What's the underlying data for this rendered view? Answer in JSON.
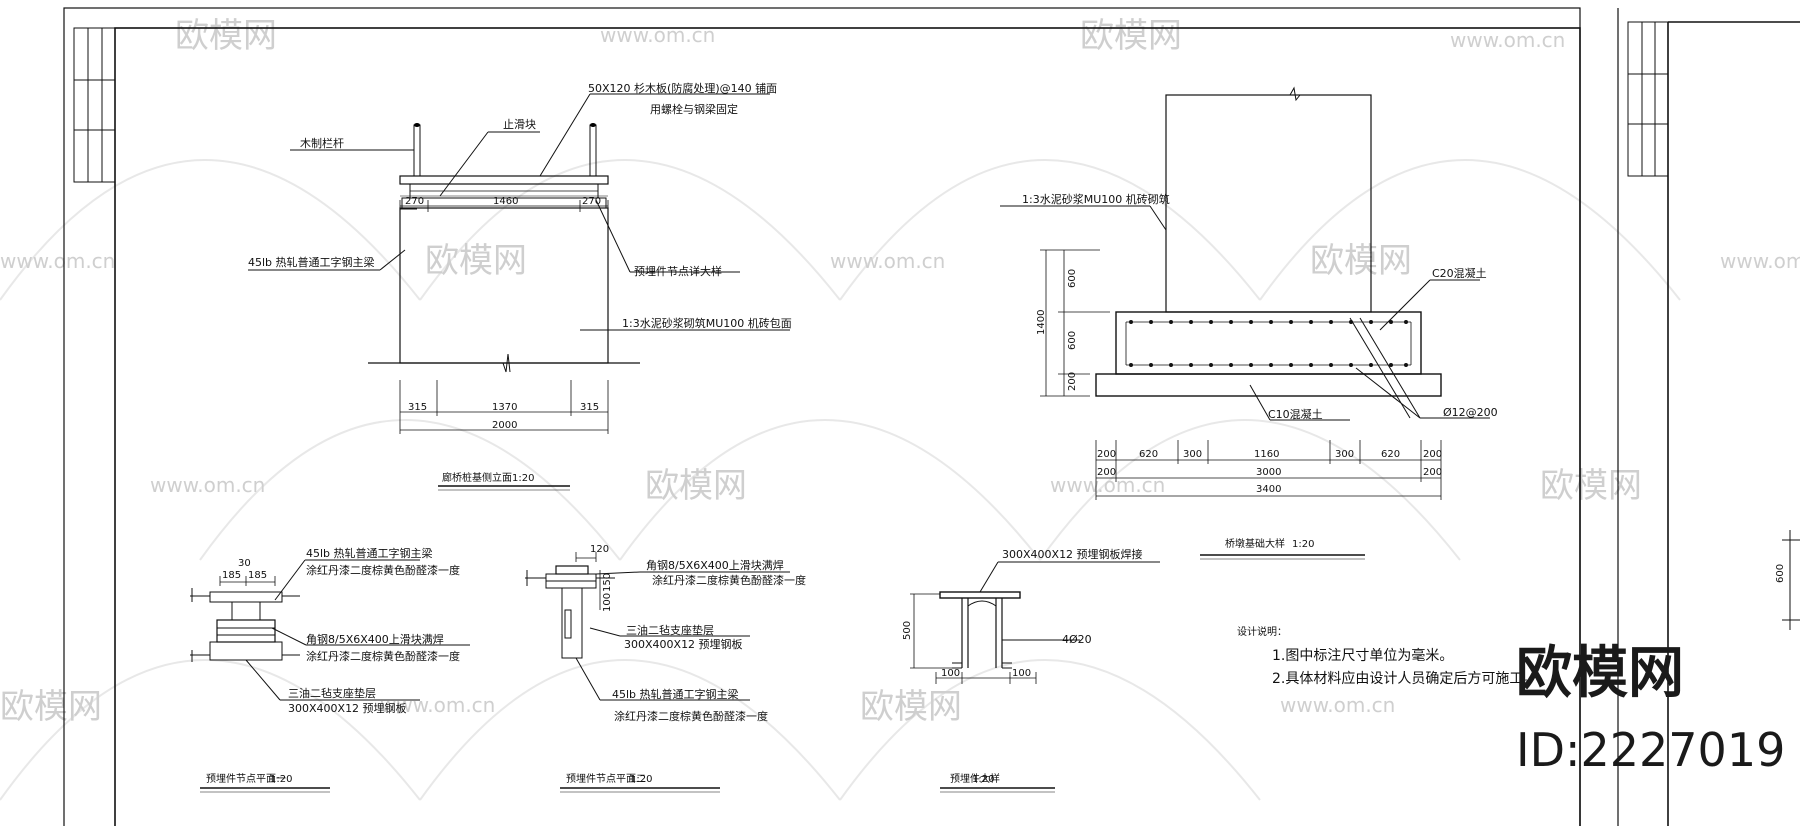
{
  "drawing": {
    "elevation": {
      "labels": {
        "wood_plank_1": "50X120 杉木板(防腐处理)@140 铺面",
        "wood_plank_2": "用螺栓与钢梁固定",
        "stopper": "止滑块",
        "railing": "木制栏杆",
        "beam": "45lb 热轧普通工字钢主梁",
        "embed_detail": "预埋件节点详大样",
        "brick_face": "1:3水泥砂浆砌筑MU100 机砖包面"
      },
      "dims_top": [
        "270",
        "1460",
        "270"
      ],
      "dims_bottom": [
        "315",
        "1370",
        "315"
      ],
      "dim_total": "2000",
      "caption": "廊桥桩基侧立面",
      "scale": "1:20"
    },
    "pier": {
      "labels": {
        "brick": "1:3水泥砂浆MU100 机砖砌筑",
        "c20": "C20混凝土",
        "c10": "C10混凝土",
        "rebar": "Ø12@200"
      },
      "dims_vertical": [
        "600",
        "600",
        "200"
      ],
      "dim_vertical_total": "1400",
      "dims_row1": [
        "200",
        "620",
        "300",
        "1160",
        "300",
        "620",
        "200"
      ],
      "dims_row2": [
        "200",
        "3000",
        "200"
      ],
      "dim_total": "3400",
      "caption": "桥墩基础大样",
      "scale": "1:20"
    },
    "node_plan_1": {
      "dims": [
        "30",
        "185",
        "185"
      ],
      "labels": {
        "l1": "45lb 热轧普通工字钢主梁",
        "l2": "涂红丹漆二度棕黄色酚醛漆一度",
        "l3": "角钢8/5X6X400上滑块满焊",
        "l4": "涂红丹漆二度棕黄色酚醛漆一度",
        "l5": "三油二毡支座垫层",
        "l6": "300X400X12 预埋钢板"
      },
      "caption": "预埋件节点平面一",
      "scale": "1:20"
    },
    "node_plan_2": {
      "dims": [
        "120",
        "100",
        "150"
      ],
      "labels": {
        "l1": "角钢8/5X6X400上滑块满焊",
        "l2": "涂红丹漆二度棕黄色酚醛漆一度",
        "l3": "三油二毡支座垫层",
        "l4": "300X400X12 预埋钢板",
        "l5": "45lb 热轧普通工字钢主梁",
        "l6": "涂红丹漆二度棕黄色酚醛漆一度"
      },
      "caption": "预埋件节点平面二",
      "scale": "1:20"
    },
    "embed_part": {
      "labels": {
        "plate": "300X400X12 预埋钢板焊接",
        "bar": "4Ø20"
      },
      "dim_height": "500",
      "dims_bottom": [
        "100",
        "100"
      ],
      "caption": "预埋件大样",
      "scale": "1:20"
    },
    "notes": {
      "heading": "设计说明：",
      "items": [
        "1.图中标注尺寸单位为毫米。",
        "2.具体材料应由设计人员确定后方可施工。"
      ]
    },
    "right_sheet": {
      "dim": "600"
    }
  },
  "watermark": {
    "brand": "欧模网",
    "url": "www.om.cn",
    "id": "ID:2227019"
  },
  "colors": {
    "line": "#111111",
    "watermark": "#cfcfcf",
    "brand": "#1a1a1a"
  }
}
